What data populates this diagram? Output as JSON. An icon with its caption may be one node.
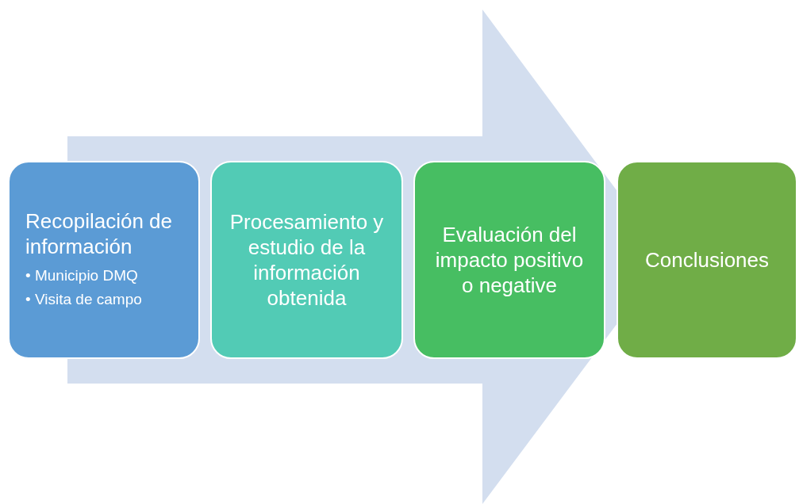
{
  "diagram": {
    "nodes": [
      {
        "text": [
          "Recopilación de información",
          "• Municipio DMQ",
          "• Visita de campo"
        ]
      },
      {
        "text": [
          "Procesamiento y estudio de la información obtenida"
        ]
      },
      {
        "text": [
          "Evaluación del impacto positivo o negative"
        ]
      },
      {
        "text": [
          "Conclusiones"
        ]
      }
    ],
    "edges": [
      {
        "from": 0,
        "to": 3,
        "arrow": "to"
      }
    ]
  }
}
